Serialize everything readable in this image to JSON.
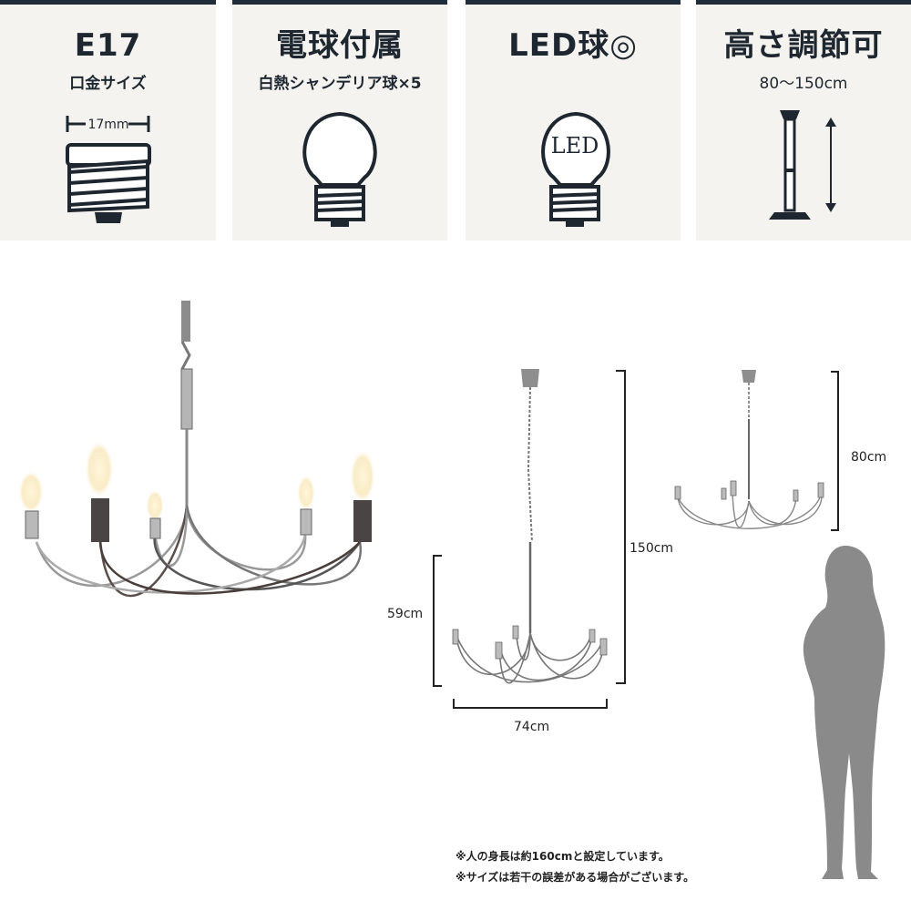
{
  "cards": [
    {
      "title": "E17",
      "subtitle": "口金サイズ",
      "measure": "17mm"
    },
    {
      "title": "電球付属",
      "subtitle": "白熱シャンデリア球×5"
    },
    {
      "title": "LED球◎",
      "subtitle": "",
      "bulb_text": "LED"
    },
    {
      "title": "高さ調節可",
      "subtitle": "80〜150cm"
    }
  ],
  "dimensions": {
    "height_max": "150cm",
    "body_height": "59cm",
    "width": "74cm",
    "height_min": "80cm"
  },
  "notes": [
    "※人の身長は約160cmと設定しています。",
    "※サイズは若干の誤差がある場合がございます。"
  ],
  "colors": {
    "card_bg": "#f4f3ef",
    "card_top": "#1f2d38",
    "icon": "#1e2730",
    "silhouette": "#8a8a8a"
  }
}
